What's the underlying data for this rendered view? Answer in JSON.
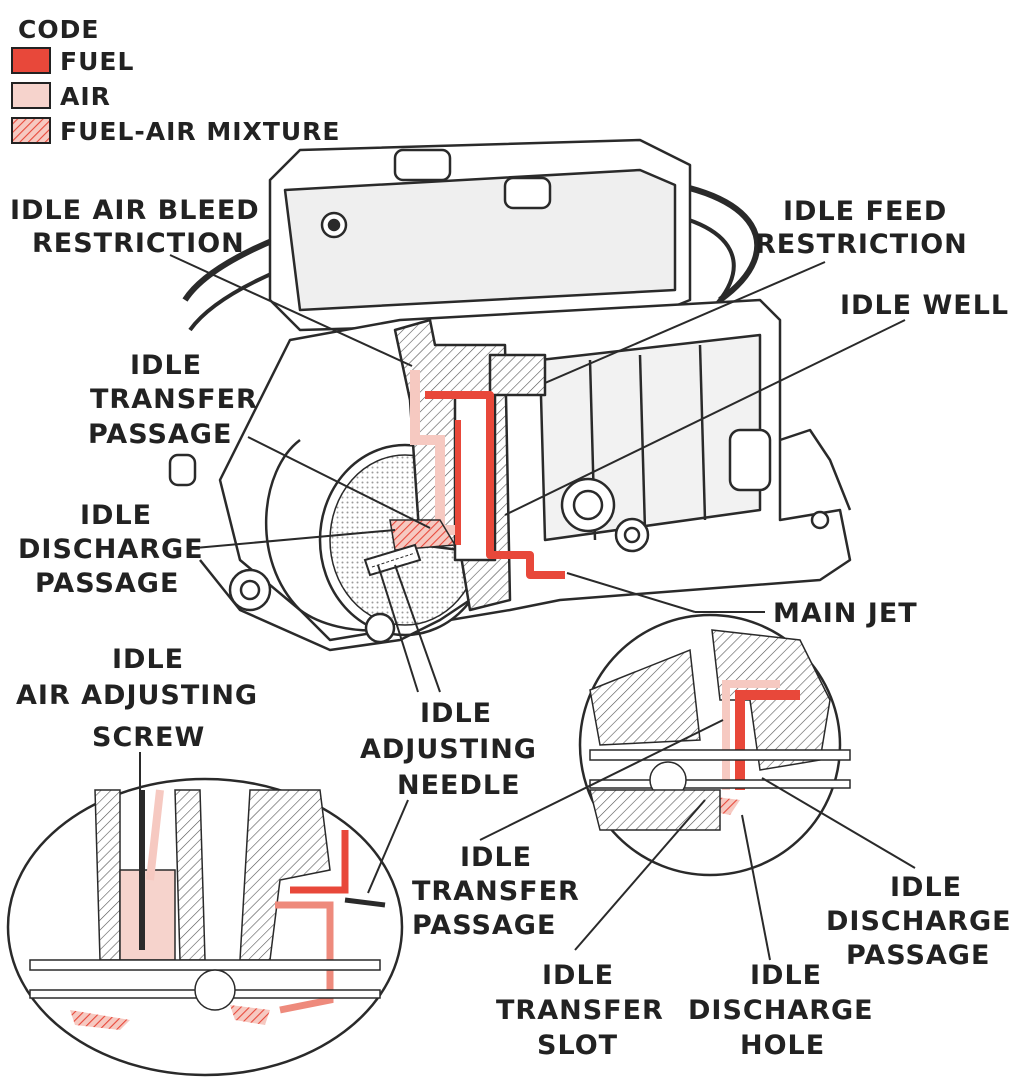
{
  "legend": {
    "title": "CODE",
    "items": [
      {
        "label": "FUEL",
        "swatch": "fuel"
      },
      {
        "label": "AIR",
        "swatch": "air"
      },
      {
        "label": "FUEL-AIR MIXTURE",
        "swatch": "mixture"
      }
    ]
  },
  "labels": {
    "idle_air_bleed": [
      "IDLE AIR BLEED",
      "RESTRICTION"
    ],
    "idle_feed": [
      "IDLE FEED",
      "RESTRICTION"
    ],
    "idle_well": [
      "IDLE WELL"
    ],
    "idle_transfer_passage": [
      "IDLE",
      "TRANSFER",
      "PASSAGE"
    ],
    "idle_discharge_passage": [
      "IDLE",
      "DISCHARGE",
      "PASSAGE"
    ],
    "main_jet": [
      "MAIN JET"
    ],
    "idle_air_adjusting_screw": [
      "IDLE",
      "AIR ADJUSTING",
      "SCREW"
    ],
    "idle_adjusting_needle": [
      "IDLE",
      "ADJUSTING",
      "NEEDLE"
    ],
    "detail_idle_transfer_passage": [
      "IDLE",
      "TRANSFER",
      "PASSAGE"
    ],
    "detail_idle_discharge_passage": [
      "IDLE",
      "DISCHARGE",
      "PASSAGE"
    ],
    "idle_transfer_slot": [
      "IDLE",
      "TRANSFER",
      "SLOT"
    ],
    "idle_discharge_hole": [
      "IDLE",
      "DISCHARGE",
      "HOLE"
    ]
  },
  "colors": {
    "fuel": "#e8483a",
    "air": "#f6d3cc",
    "mixture": "#ee8a7c",
    "line": "#2a2a2a",
    "shade": "#cfcfcf"
  }
}
